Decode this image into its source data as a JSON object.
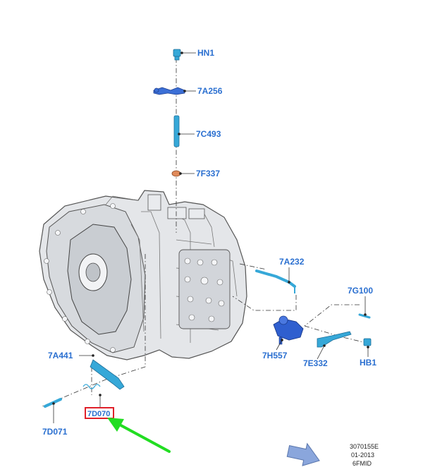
{
  "labels": {
    "hn1": "HN1",
    "p7a256": "7A256",
    "p7c493": "7C493",
    "p7f337": "7F337",
    "p7a232": "7A232",
    "p7g100": "7G100",
    "p7a441": "7A441",
    "p7h557": "7H557",
    "p7e332": "7E332",
    "hb1": "HB1",
    "p7d071": "7D071",
    "highlighted": "7D070"
  },
  "footer": {
    "ref_code": "3070155E",
    "date": "01-2013",
    "model": "6FMID"
  },
  "colors": {
    "label_blue": "#2a6fd0",
    "part_cyan": "#36a8d8",
    "part_blue": "#2f5fcf",
    "highlight_red": "#e0202a",
    "arrow_green": "#22dd22",
    "nav_arrow": "#8aa6dc"
  }
}
